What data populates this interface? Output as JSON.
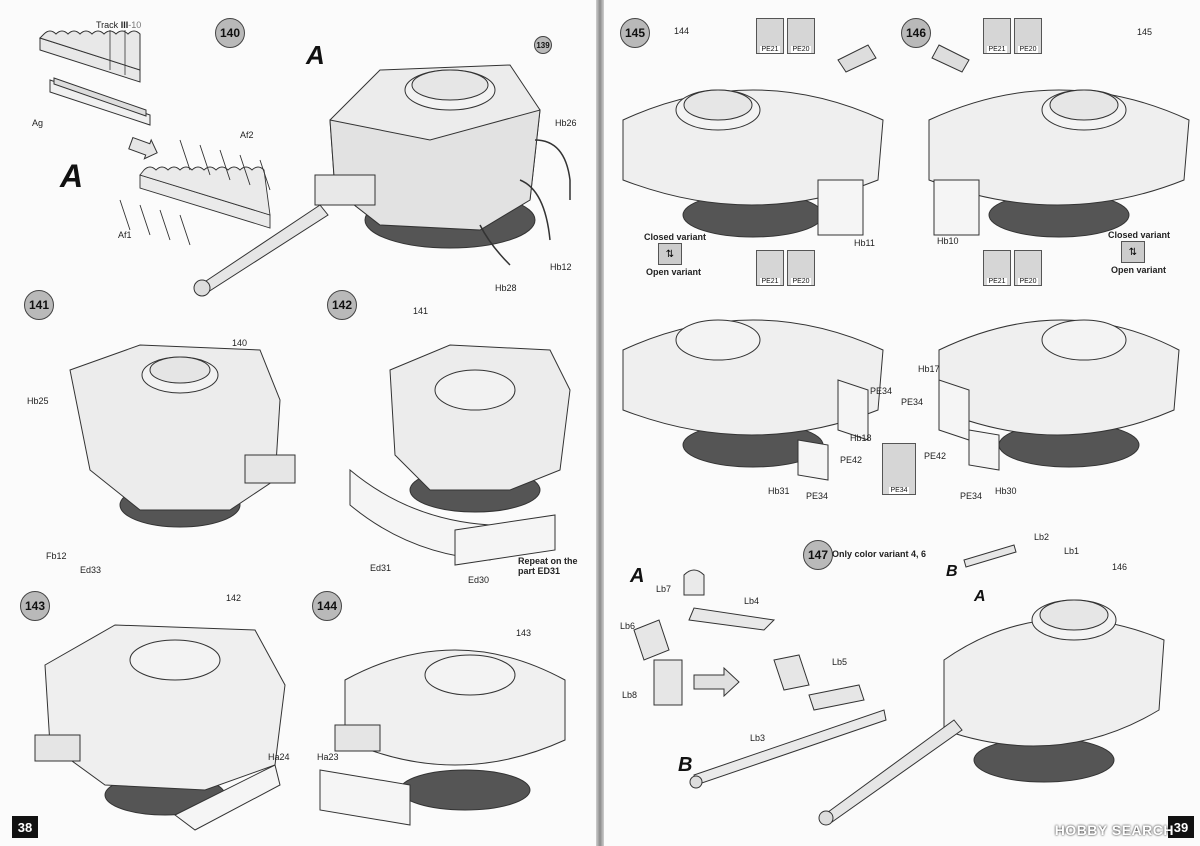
{
  "left": {
    "page_number": "38",
    "steps": {
      "s140": {
        "number": "140",
        "labels": {
          "track": "Track",
          "track_part": "III",
          "track_qty": "-10",
          "ag": "Ag",
          "af2": "Af2",
          "af1": "Af1",
          "hb26": "Hb26",
          "hb12": "Hb12",
          "hb28": "Hb28",
          "ref": "139"
        },
        "callouts": {
          "big_a": "A",
          "a": "A"
        }
      },
      "s141": {
        "number": "141",
        "labels": {
          "hb25": "Hb25",
          "fb12": "Fb12",
          "ed33": "Ed33",
          "ref": "140"
        }
      },
      "s142": {
        "number": "142",
        "labels": {
          "ed31": "Ed31",
          "ed30": "Ed30",
          "repeat": "Repeat on the part ED31",
          "ref": "141"
        }
      },
      "s143": {
        "number": "143",
        "labels": {
          "ha24": "Ha24",
          "ref": "142"
        }
      },
      "s144": {
        "number": "144",
        "labels": {
          "ha23": "Ha23",
          "ref": "143"
        }
      }
    }
  },
  "right": {
    "page_number": "39",
    "watermark": "HOBBY SEARCH",
    "steps": {
      "s145": {
        "number": "145",
        "labels": {
          "ref": "144",
          "pe21": "PE21",
          "pe20": "PE20",
          "hb11": "Hb11",
          "pe34": "PE34",
          "hb18": "Hb18",
          "pe42": "PE42",
          "hb31": "Hb31",
          "pe34b": "PE34"
        }
      },
      "s146": {
        "number": "146",
        "labels": {
          "ref": "145",
          "pe21": "PE21",
          "pe20": "PE20",
          "hb10": "Hb10",
          "hb17": "Hb17",
          "pe34": "PE34",
          "pe42": "PE42",
          "pe34b": "PE34",
          "hb30": "Hb30"
        }
      },
      "s147": {
        "number": "147",
        "note": "Only color variant 4, 6",
        "labels": {
          "lb7": "Lb7",
          "lb4": "Lb4",
          "lb6": "Lb6",
          "lb8": "Lb8",
          "lb5": "Lb5",
          "lb3": "Lb3",
          "lb2": "Lb2",
          "lb1": "Lb1",
          "ref": "146"
        },
        "callouts": {
          "a1": "A",
          "b1": "B",
          "a2": "A",
          "b2": "B"
        }
      }
    },
    "variants": {
      "closed": "Closed variant",
      "open": "Open variant"
    },
    "pe_detail": "PE34"
  },
  "icons": {
    "pe_tag": "plus-square-icon",
    "arrow": "right-arrow-icon"
  }
}
